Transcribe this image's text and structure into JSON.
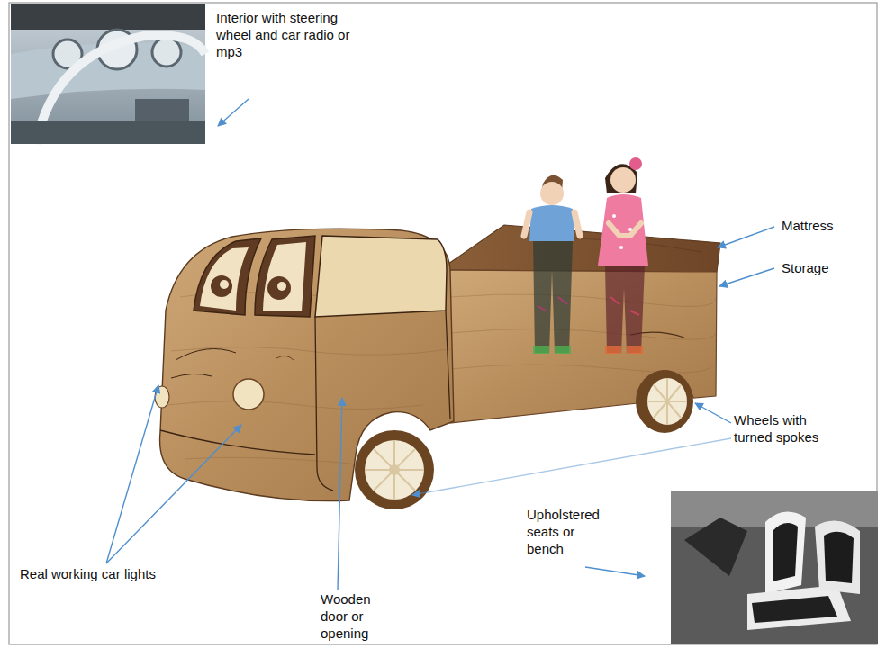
{
  "diagram": {
    "labels": [
      "Interior with steering wheel and car radio or mp3",
      "Mattress",
      "Storage",
      "Wheels with turned spokes",
      "Upholstered seats or bench",
      "Real working car lights",
      "Wooden door or opening"
    ]
  }
}
